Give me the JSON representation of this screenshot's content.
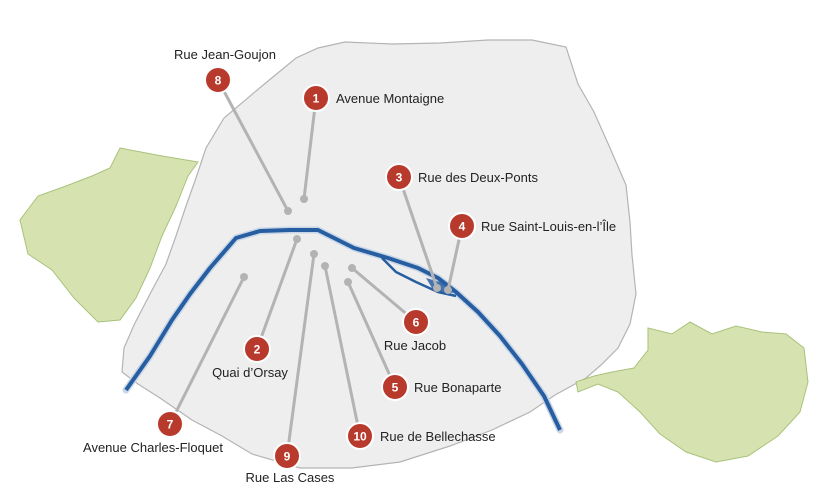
{
  "colors": {
    "city_fill": "#eeeeee",
    "city_stroke": "#b4b4b4",
    "park_fill": "#d6e3b1",
    "park_stroke": "#a9c27a",
    "river": "#275ea2",
    "river_outline": "#c9d6e6",
    "leader": "#b3b3b3",
    "marker": "#b83a2c",
    "marker_ring": "#ffffff",
    "label": "#222222"
  },
  "icons": {
    "marker": "numbered-circle-marker-icon",
    "anchor": "location-dot-icon"
  },
  "markers": [
    {
      "number": "1",
      "label": "Avenue Montaigne"
    },
    {
      "number": "2",
      "label": "Quai d’Orsay"
    },
    {
      "number": "3",
      "label": "Rue des Deux-Ponts"
    },
    {
      "number": "4",
      "label": "Rue Saint-Louis-en-l’Île"
    },
    {
      "number": "5",
      "label": "Rue Bonaparte"
    },
    {
      "number": "6",
      "label": "Rue Jacob"
    },
    {
      "number": "7",
      "label": "Avenue Charles-Floquet"
    },
    {
      "number": "8",
      "label": "Rue Jean-Goujon"
    },
    {
      "number": "9",
      "label": "Rue Las Cases"
    },
    {
      "number": "10",
      "label": "Rue de Bellechasse"
    }
  ]
}
